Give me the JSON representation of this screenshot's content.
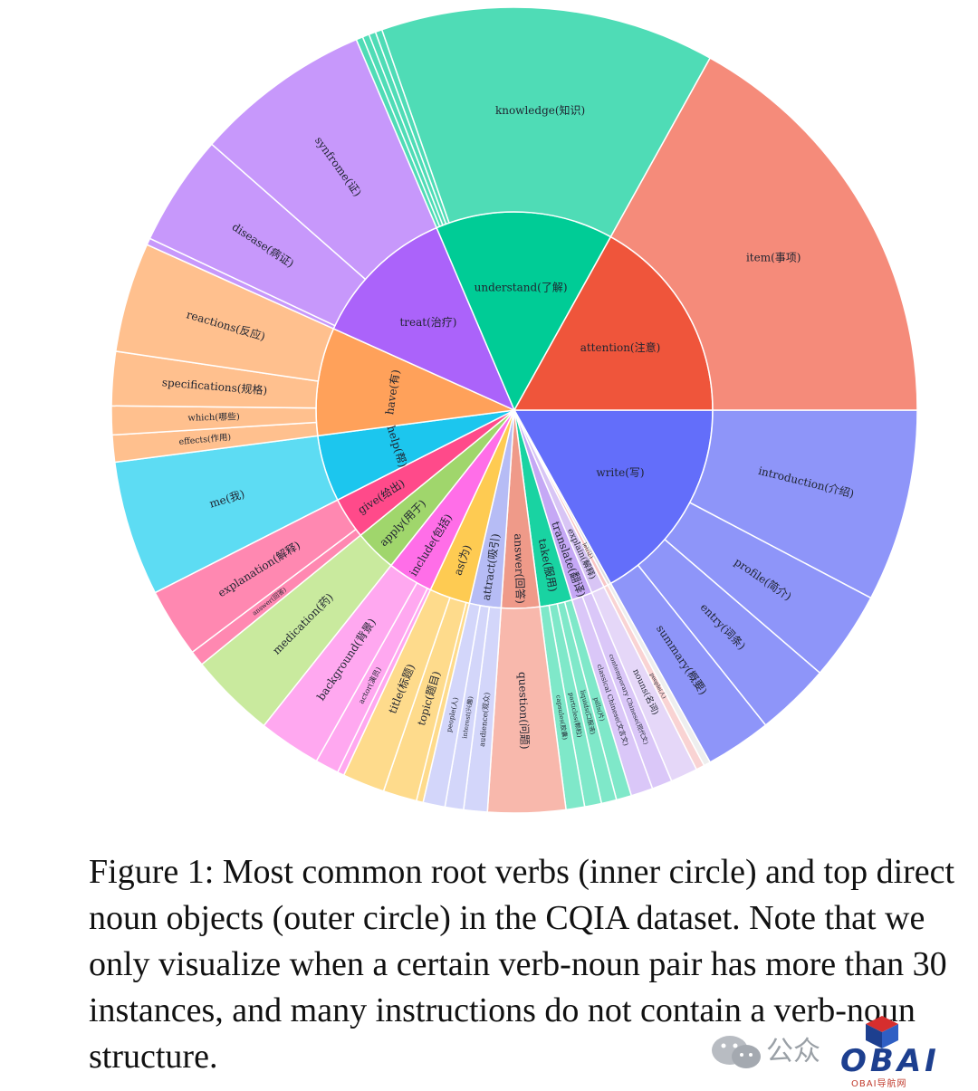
{
  "chart_data": {
    "type": "sunburst",
    "inner": [
      {
        "label": "write(写)",
        "value": 25.0,
        "color": "#636efa"
      },
      {
        "label": "",
        "value": 0.4,
        "color": "#e0e0e0"
      },
      {
        "label": "let(让)",
        "value": 0.5,
        "color": "#f8c6c6"
      },
      {
        "label": "explain(解释)",
        "value": 1.6,
        "color": "#d8c5f5"
      },
      {
        "label": "translate(翻译)",
        "value": 2.5,
        "color": "#c5a8f5"
      },
      {
        "label": "take(服用)",
        "value": 3.9,
        "color": "#19d3a2"
      },
      {
        "label": "answer(回答)",
        "value": 4.6,
        "color": "#ef9a89"
      },
      {
        "label": "attract(吸引)",
        "value": 3.8,
        "color": "#b6bcf5"
      },
      {
        "label": "as(为)",
        "value": 4.9,
        "color": "#fecb52"
      },
      {
        "label": "include(包括)",
        "value": 5.5,
        "color": "#ff6ee8"
      },
      {
        "label": "apply(用于)",
        "value": 5.1,
        "color": "#a0d66c"
      },
      {
        "label": "give(给出)",
        "value": 5.0,
        "color": "#ff4a8a"
      },
      {
        "label": "help(帮)",
        "value": 8.0,
        "color": "#1cc6ee"
      },
      {
        "label": "have(有)",
        "value": 13.0,
        "color": "#ffa15a"
      },
      {
        "label": "treat(治疗)",
        "value": 17.5,
        "color": "#ab63fa"
      },
      {
        "label": "understand(了解)",
        "value": 21.4,
        "color": "#00cc96"
      },
      {
        "label": "attention(注意)",
        "value": 25.0,
        "color": "#ef553b"
      }
    ],
    "outer": [
      {
        "parent": "write(写)",
        "label": "introduction(介绍)",
        "value": 11.4,
        "color": "#8e95f9"
      },
      {
        "parent": "write(写)",
        "label": "profile(简介)",
        "value": 5.3,
        "color": "#8e95f9"
      },
      {
        "parent": "write(写)",
        "label": "entry(词条)",
        "value": 4.4,
        "color": "#8e95f9"
      },
      {
        "parent": "write(写)",
        "label": "summary(概要)",
        "value": 3.9,
        "color": "#8e95f9"
      },
      {
        "parent": "",
        "label": "",
        "value": 0.4,
        "color": "#eeeeee"
      },
      {
        "parent": "let(让)",
        "label": "people(人)",
        "value": 0.5,
        "color": "#f9d3d3"
      },
      {
        "parent": "explain(解释)",
        "label": "nouns(名词)",
        "value": 1.6,
        "color": "#e5d7f8"
      },
      {
        "parent": "translate(翻译)",
        "label": "contemporary Chinese(现代文)",
        "value": 1.2,
        "color": "#dac7f8"
      },
      {
        "parent": "translate(翻译)",
        "label": "classical Chinese(文言文)",
        "value": 1.3,
        "color": "#dac7f8"
      },
      {
        "parent": "take(服用)",
        "label": "pills(片)",
        "value": 0.9,
        "color": "#7fe8c9"
      },
      {
        "parent": "take(服用)",
        "label": "liquids(口服液)",
        "value": 0.9,
        "color": "#7fe8c9"
      },
      {
        "parent": "take(服用)",
        "label": "particles(颗粒)",
        "value": 1.0,
        "color": "#7fe8c9"
      },
      {
        "parent": "take(服用)",
        "label": "capsules(胶囊)",
        "value": 1.1,
        "color": "#7fe8c9"
      },
      {
        "parent": "answer(回答)",
        "label": "question(问题)",
        "value": 4.6,
        "color": "#f8b8ac"
      },
      {
        "parent": "attract(吸引)",
        "label": "audience(观众)",
        "value": 1.4,
        "color": "#d3d6fa"
      },
      {
        "parent": "attract(吸引)",
        "label": "interest(兴趣)",
        "value": 1.1,
        "color": "#d3d6fa"
      },
      {
        "parent": "attract(吸引)",
        "label": "people(人)",
        "value": 1.3,
        "color": "#d3d6fa"
      },
      {
        "parent": "as(为)",
        "label": "",
        "value": 0.4,
        "color": "#fedb8c"
      },
      {
        "parent": "as(为)",
        "label": "topic(题目)",
        "value": 2.0,
        "color": "#fedb8c"
      },
      {
        "parent": "as(为)",
        "label": "title(标题)",
        "value": 2.5,
        "color": "#fedb8c"
      },
      {
        "parent": "include(包括)",
        "label": "",
        "value": 0.4,
        "color": "#ffa8f0"
      },
      {
        "parent": "include(包括)",
        "label": "actor(演员)",
        "value": 1.4,
        "color": "#ffa8f0"
      },
      {
        "parent": "include(包括)",
        "label": "background(背景)",
        "value": 3.7,
        "color": "#ffa8f0"
      },
      {
        "parent": "apply(用于)",
        "label": "medication(药)",
        "value": 5.1,
        "color": "#c9ea9e"
      },
      {
        "parent": "give(给出)",
        "label": "answer(回答)",
        "value": 0.9,
        "color": "#ff88b1"
      },
      {
        "parent": "give(给出)",
        "label": "explanation(解释)",
        "value": 4.1,
        "color": "#ff88b1"
      },
      {
        "parent": "help(帮)",
        "label": "me(我)",
        "value": 8.0,
        "color": "#5ddcf3"
      },
      {
        "parent": "have(有)",
        "label": "effects(作用)",
        "value": 1.6,
        "color": "#ffc08e"
      },
      {
        "parent": "have(有)",
        "label": "which(哪些)",
        "value": 1.7,
        "color": "#ffc08e"
      },
      {
        "parent": "have(有)",
        "label": "specifications(规格)",
        "value": 3.2,
        "color": "#ffc08e"
      },
      {
        "parent": "have(有)",
        "label": "reactions(反应)",
        "value": 6.5,
        "color": "#ffc08e"
      },
      {
        "parent": "treat(治疗)",
        "label": "",
        "value": 0.4,
        "color": "#c798fb"
      },
      {
        "parent": "treat(治疗)",
        "label": "disease(病证)",
        "value": 6.6,
        "color": "#c798fb"
      },
      {
        "parent": "treat(治疗)",
        "label": "synfrome(证)",
        "value": 10.5,
        "color": "#c798fb"
      },
      {
        "parent": "understand(了解)",
        "label": "",
        "value": 0.4,
        "color": "#4fdcb6"
      },
      {
        "parent": "understand(了解)",
        "label": "",
        "value": 0.4,
        "color": "#4fdcb6"
      },
      {
        "parent": "understand(了解)",
        "label": "",
        "value": 0.4,
        "color": "#4fdcb6"
      },
      {
        "parent": "understand(了解)",
        "label": "",
        "value": 0.4,
        "color": "#4fdcb6"
      },
      {
        "parent": "understand(了解)",
        "label": "knowledge(知识)",
        "value": 19.8,
        "color": "#4fdcb6"
      },
      {
        "parent": "attention(注意)",
        "label": "item(事项)",
        "value": 25.0,
        "color": "#f58b7a"
      }
    ]
  },
  "caption": "Figure 1: Most common root verbs (inner circle) and top direct noun objects (outer circle) in the CQIA dataset. Note that we only visualize when a certain verb-noun pair has more than 30 instances, and many instructions do not contain a verb-noun structure.",
  "watermark": {
    "wechat_text": "公众",
    "logo": "OBAI",
    "sub": "OBAI导航网",
    "cube_colors": [
      "#d62e2e",
      "#1d3f8f"
    ]
  }
}
